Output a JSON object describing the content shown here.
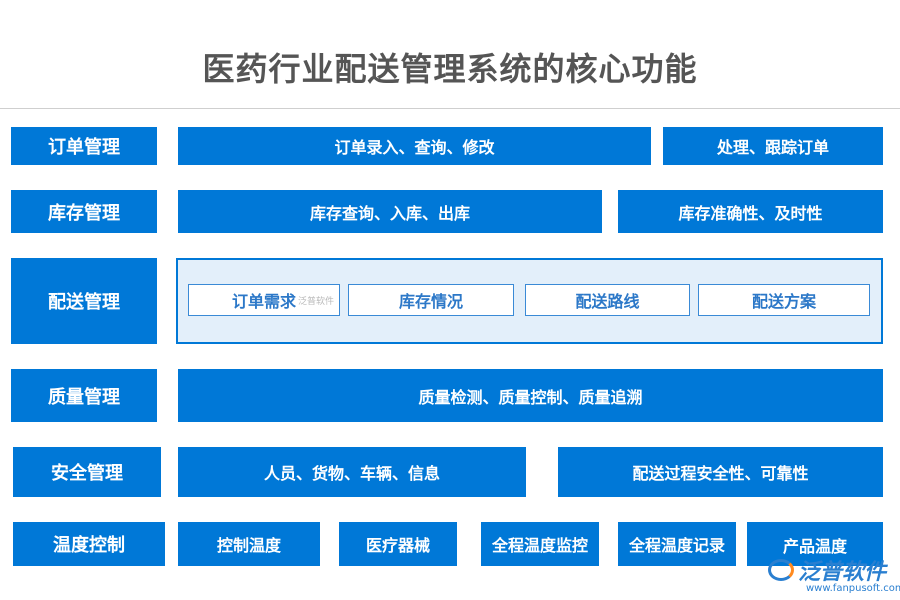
{
  "title": "医药行业配送管理系统的核心功能",
  "rows": {
    "order": {
      "label": "订单管理",
      "items": [
        "订单录入、查询、修改",
        "处理、跟踪订单"
      ]
    },
    "inventory": {
      "label": "库存管理",
      "items": [
        "库存查询、入库、出库",
        "库存准确性、及时性"
      ]
    },
    "delivery": {
      "label": "配送管理",
      "items": [
        "订单需求",
        "库存情况",
        "配送路线",
        "配送方案"
      ]
    },
    "quality": {
      "label": "质量管理",
      "items": [
        "质量检测、质量控制、质量追溯"
      ]
    },
    "safety": {
      "label": "安全管理",
      "items": [
        "人员、货物、车辆、信息",
        "配送过程安全性、可靠性"
      ]
    },
    "temperature": {
      "label": "温度控制",
      "items": [
        "控制温度",
        "医疗器械",
        "全程温度监控",
        "全程温度记录",
        "产品温度"
      ]
    }
  },
  "watermark": "泛普软件",
  "brand": {
    "name": "泛普软件",
    "url": "www.fanpusoft.com"
  },
  "colors": {
    "primary": "#0078d7",
    "panel_bg": "#e3effa",
    "title": "#555555"
  }
}
